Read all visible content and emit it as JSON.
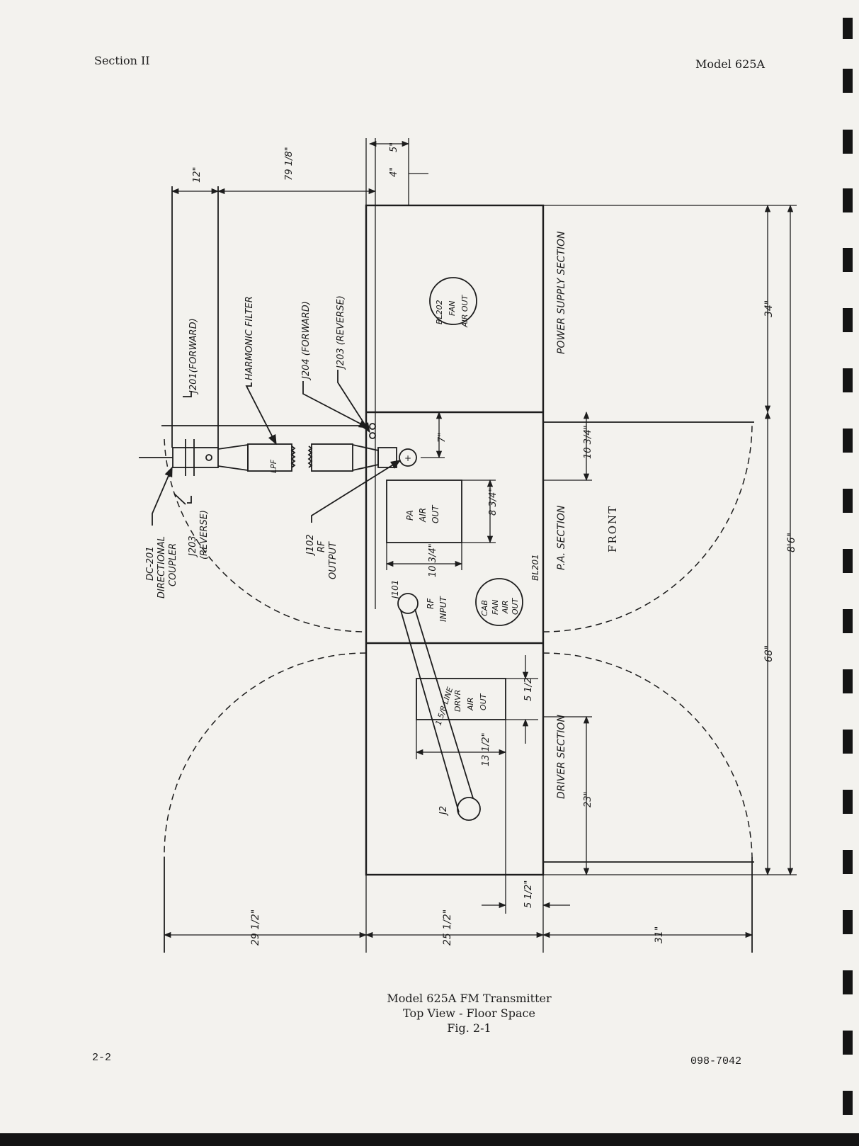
{
  "header": {
    "section": "Section II",
    "model": "Model 625A"
  },
  "footer": {
    "page": "2-2",
    "doc_number": "098-7042"
  },
  "caption": {
    "line1": "Model 625A FM Transmitter",
    "line2": "Top View - Floor Space",
    "line3": "Fig. 2-1"
  },
  "sections": {
    "power_supply": "POWER SUPPLY SECTION",
    "pa": "P.A. SECTION",
    "driver": "DRIVER SECTION",
    "front": "FRONT"
  },
  "fans": {
    "bl202": [
      "BL202",
      "FAN",
      "AIR OUT"
    ],
    "cab": [
      "CAB",
      "FAN",
      "AIR",
      "OUT"
    ],
    "bl201": "BL201"
  },
  "vents": {
    "pa": [
      "PA",
      "AIR",
      "OUT"
    ],
    "driver": [
      "DRVR",
      "AIR",
      "OUT"
    ]
  },
  "labels": {
    "j201": "J201(FORWARD)",
    "harmonic_filter": "HARMONIC FILTER",
    "j204": "J204 (FORWARD)",
    "j203_top": "J203 (REVERSE)",
    "lpf": "LPF",
    "dc201": [
      "DC-201",
      "DIRECTIONAL",
      "COUPLER"
    ],
    "j203_bottom": [
      "J203",
      "(REVERSE)"
    ],
    "j102": [
      "J102",
      "RF",
      "OUTPUT"
    ],
    "j101": "J101",
    "rf_input": [
      "RF",
      "INPUT"
    ],
    "line": "1 5/8 LINE",
    "j2": "J2"
  },
  "dimensions": {
    "top_12": "12\"",
    "top_79": "79 1/8\"",
    "top_5": "5\"",
    "top_4": "4\"",
    "right_34": "34\"",
    "right_86": "8'6\"",
    "right_68": "68\"",
    "right_23": "23\"",
    "pa_7": "7\"",
    "pa_8": "8 3/4\"",
    "pa_10_top": "10 3/4\"",
    "pa_10_width": "10 3/4\"",
    "drv_5": "5 1/2\"",
    "drv_13": "13 1/2\"",
    "bot_5": "5 1/2\"",
    "bot_29": "29 1/2\"",
    "bot_25": "25 1/2\"",
    "bot_31": "31\""
  }
}
